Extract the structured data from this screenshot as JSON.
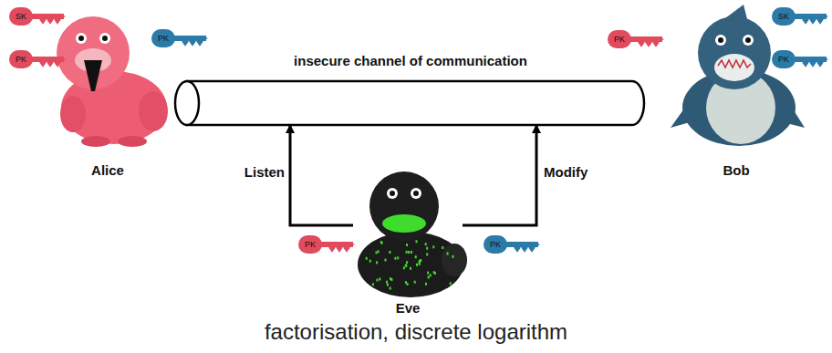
{
  "diagram": {
    "caption": "factorisation, discrete logarithm",
    "nodes": [
      {
        "text": [
          "Alice"
        ]
      },
      {
        "text": [
          "insecure channel of communication"
        ]
      },
      {
        "text": [
          "Bob"
        ]
      },
      {
        "text": [
          "Eve"
        ]
      }
    ],
    "edges": [
      {
        "from": 3,
        "to": 1,
        "label": "Listen",
        "arrow": "to"
      },
      {
        "from": 3,
        "to": 1,
        "label": "Modify",
        "arrow": "to"
      }
    ],
    "labels": [
      "SK",
      "PK",
      "PK",
      "PK",
      "SK",
      "PK",
      "PK",
      "PK"
    ]
  }
}
